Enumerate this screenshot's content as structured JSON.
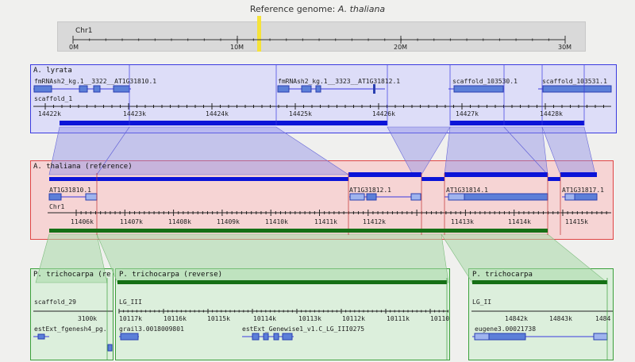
{
  "header": {
    "title_prefix": "Reference genome: ",
    "title_species": "A. thaliana"
  },
  "overview": {
    "chromosome": "Chr1",
    "ticks": [
      "0M",
      "10M",
      "20M",
      "30M"
    ],
    "highlight_color": "#f5e33a"
  },
  "lyrata": {
    "species": "A. lyrata",
    "scaffold": "scaffold_1",
    "genes": [
      "fmRNAsh2_kg.1__3322__AT1G31810.1",
      "fmRNAsh2_kg.1__3323__AT1G31812.1",
      "scaffold_103530.1",
      "scaffold_103531.1"
    ],
    "ticks": [
      "14422k",
      "14423k",
      "14424k",
      "14425k",
      "14426k",
      "14427k",
      "14428k"
    ],
    "color": "#3a3ae0"
  },
  "thaliana": {
    "species": "A. thaliana (reference)",
    "chromosome": "Chr1",
    "genes": [
      "AT1G31810.1",
      "AT1G31812.1",
      "AT1G31814.1",
      "AT1G31817.1"
    ],
    "ticks": [
      "11406k",
      "11407k",
      "11408k",
      "11409k",
      "11410k",
      "11411k",
      "11412k",
      "11413k",
      "11414k",
      "11415k"
    ],
    "color": "#e04444"
  },
  "tricho_a": {
    "species": "P. trichocarpa (reverse)",
    "scaffold": "scaffold_29",
    "tick": "3100k",
    "gene": "estExt_fgenesh4_pg."
  },
  "tricho_b": {
    "species": "P. trichocarpa (reverse)",
    "scaffold": "LG_III",
    "ticks": [
      "10117k",
      "10116k",
      "10115k",
      "10114k",
      "10113k",
      "10112k",
      "10111k",
      "10110"
    ],
    "genes": [
      "grail3.0018009801",
      "estExt_Genewise1_v1.C_LG_III0275"
    ]
  },
  "tricho_c": {
    "species": "P. trichocarpa",
    "scaffold": "LG_II",
    "ticks": [
      "14842k",
      "14843k",
      "1484"
    ],
    "gene": "eugene3.00021738"
  }
}
